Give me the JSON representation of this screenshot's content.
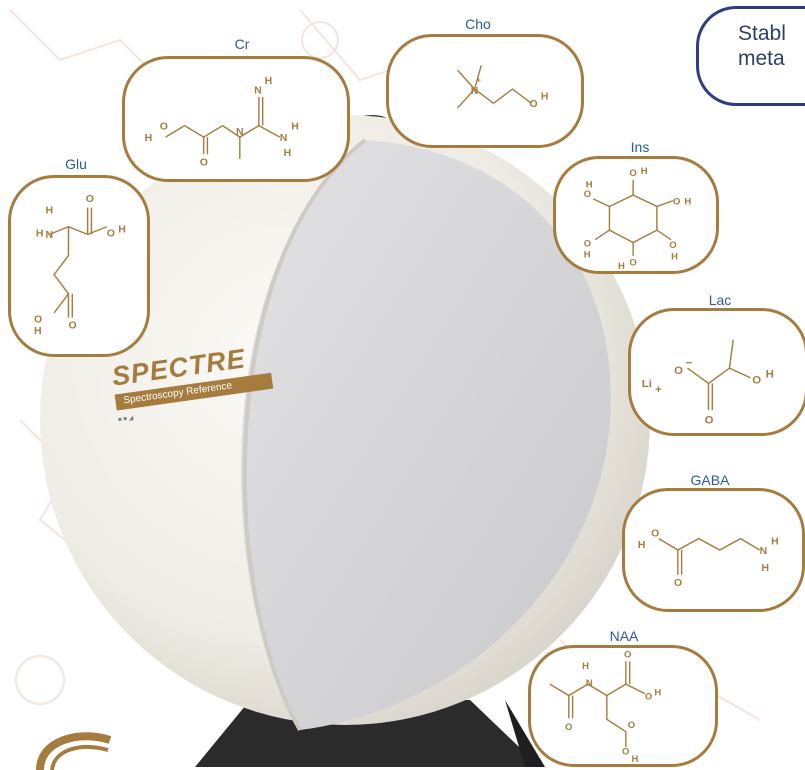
{
  "callout": {
    "line1": "Stabl",
    "line2": "meta"
  },
  "product": {
    "brand": "SPECTRE",
    "subtitle": "Spectroscopy Reference",
    "logos": "■ ■ ◢"
  },
  "molecules": {
    "cr": {
      "label": "Cr"
    },
    "cho": {
      "label": "Cho"
    },
    "glu": {
      "label": "Glu"
    },
    "ins": {
      "label": "Ins"
    },
    "lac": {
      "label": "Lac"
    },
    "gaba": {
      "label": "GABA"
    },
    "naa": {
      "label": "NAA"
    }
  },
  "colors": {
    "gold": "#a67c3e",
    "label_blue": "#2a5a9a",
    "callout_border": "#2f3a8a",
    "callout_text": "#2e3f66",
    "sphere": "#f1efe9",
    "inner_face": "#d7d7d9",
    "stand": "#2b2b2b"
  }
}
